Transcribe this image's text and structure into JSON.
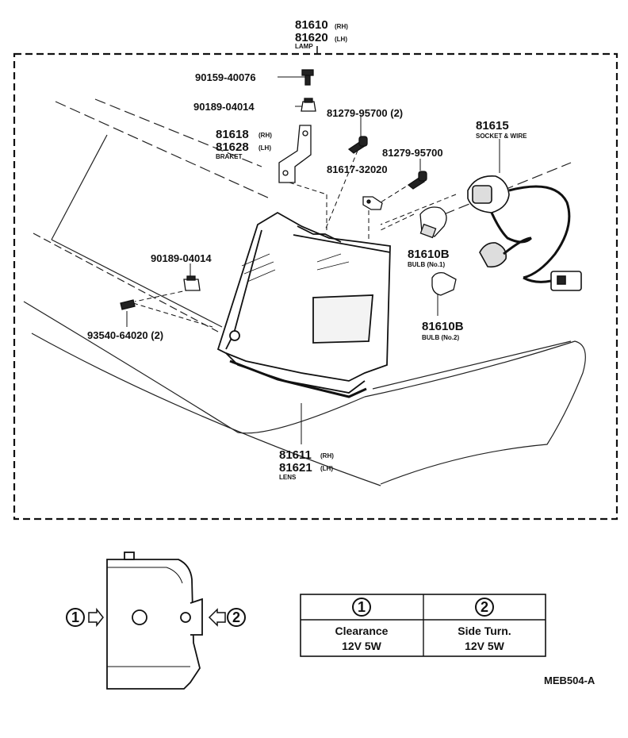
{
  "main_assembly": {
    "part_rh": "81610",
    "rh_mark": "(RH)",
    "part_lh": "81620",
    "lh_mark": "(LH)",
    "label": "LAMP"
  },
  "callouts": {
    "screw_top": "90159-40076",
    "nut_top": "90189-04014",
    "screw_pair": "81279-95700 (2)",
    "bracket_rh": "81618",
    "bracket_rh_mark": "(RH)",
    "bracket_lh": "81628",
    "bracket_lh_mark": "(LH)",
    "bracket_label": "BRAKET",
    "screw_single": "81279-95700",
    "clip": "81617-32020",
    "socket": "81615",
    "socket_label": "SOCKET & WIRE",
    "bulb1": "81610B",
    "bulb1_label": "BULB (No.1)",
    "bulb2": "81610B",
    "bulb2_label": "BULB (No.2)",
    "nut_left": "90189-04014",
    "screw_left": "93540-64020 (2)",
    "lens_rh": "81611",
    "lens_rh_mark": "(RH)",
    "lens_lh": "81621",
    "lens_lh_mark": "(LH)",
    "lens_label": "LENS"
  },
  "detail": {
    "marker_1": "1",
    "marker_2": "2"
  },
  "bulb_table": {
    "headers": [
      "1",
      "2"
    ],
    "rows": [
      [
        "Clearance",
        "Side Turn."
      ],
      [
        "12V 5W",
        "12V 5W"
      ]
    ]
  },
  "drawing_code": "MEB504-A"
}
